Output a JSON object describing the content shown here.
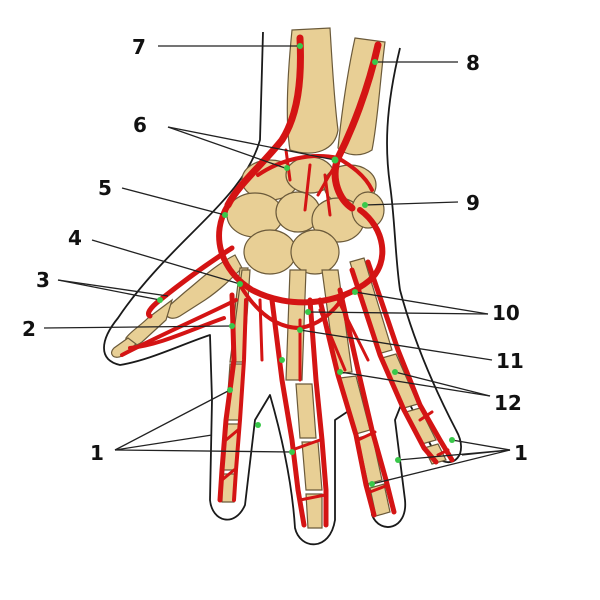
{
  "colors": {
    "artery": "#d41414",
    "bone": "#e8cf95",
    "marker": "#39c84a",
    "outline": "#1a1a1a"
  },
  "labels": {
    "l1a": "1",
    "l1b": "1",
    "l2": "2",
    "l3": "3",
    "l4": "4",
    "l5": "5",
    "l6": "6",
    "l7": "7",
    "l8": "8",
    "l9": "9",
    "l10": "10",
    "l11": "11",
    "l12": "12"
  }
}
